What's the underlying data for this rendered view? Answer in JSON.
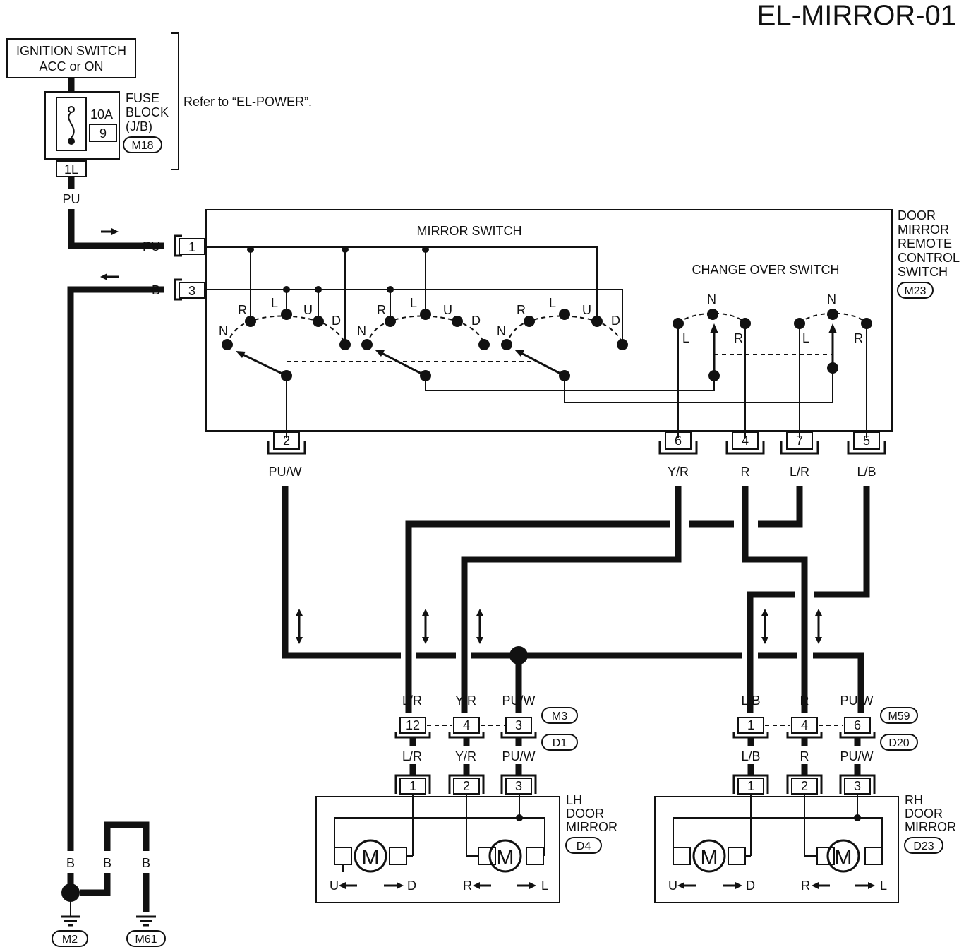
{
  "title": "EL-MIRROR-01",
  "ignition": {
    "line1": "IGNITION SWITCH",
    "line2": "ACC or ON"
  },
  "fuse": {
    "rating": "10A",
    "number": "9",
    "block_line1": "FUSE",
    "block_line2": "BLOCK",
    "block_line3": "(J/B)",
    "connector": "M18",
    "terminal": "1L"
  },
  "refer_note": "Refer to “EL-POWER”.",
  "remote_switch": {
    "name_lines": [
      "DOOR",
      "MIRROR",
      "REMOTE",
      "CONTROL",
      "SWITCH"
    ],
    "connector": "M23",
    "mirror_switch_label": "MIRROR SWITCH",
    "changeover_label": "CHANGE OVER SWITCH"
  },
  "pins": {
    "p1": "1",
    "p3": "3",
    "p2": "2",
    "p6": "6",
    "p4": "4",
    "p7": "7",
    "p5": "5"
  },
  "contacts": {
    "N": "N",
    "R": "R",
    "L": "L",
    "U": "U",
    "D": "D"
  },
  "wires": {
    "PU": "PU",
    "B": "B",
    "PUW": "PU/W",
    "YR": "Y/R",
    "R": "R",
    "LR": "L/R",
    "LB": "L/B"
  },
  "connectors": {
    "lh_upper": "M3",
    "lh_lower": "D1",
    "rh_upper": "M59",
    "rh_lower": "D20",
    "lh_pins": [
      "12",
      "4",
      "3"
    ],
    "rh_pins": [
      "1",
      "4",
      "6"
    ],
    "mirror_pins": [
      "1",
      "2",
      "3"
    ]
  },
  "lh_mirror": {
    "lines": [
      "LH",
      "DOOR",
      "MIRROR"
    ],
    "connector": "D4"
  },
  "rh_mirror": {
    "lines": [
      "RH",
      "DOOR",
      "MIRROR"
    ],
    "connector": "D23"
  },
  "motor": {
    "symbol": "M",
    "left_dir": [
      "U",
      "D"
    ],
    "right_dir": [
      "R",
      "L"
    ]
  },
  "grounds": [
    "M2",
    "M61"
  ]
}
